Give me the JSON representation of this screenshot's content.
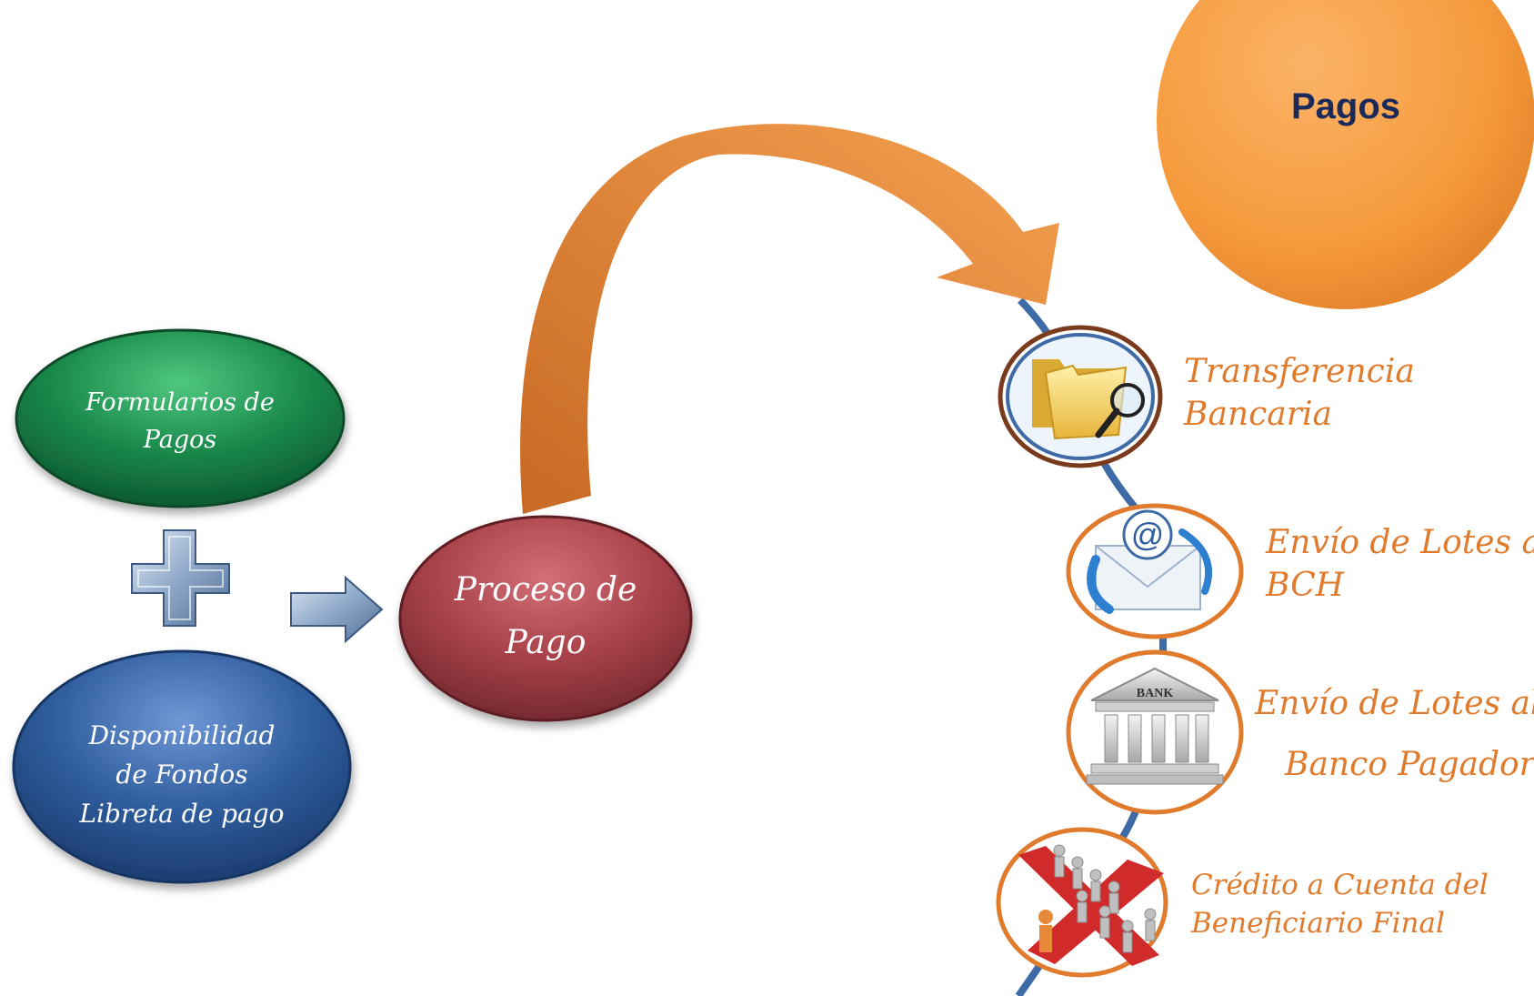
{
  "title": "Pagos",
  "inputs": {
    "forms_line1": "Formularios de",
    "forms_line2": "Pagos",
    "funds_line1": "Disponibilidad",
    "funds_line2": "de Fondos",
    "funds_line3": "Libreta de pago"
  },
  "process": {
    "line1": "Proceso de",
    "line2": "Pago"
  },
  "steps": [
    {
      "icon": "folder-search-icon",
      "line1": "Transferencia",
      "line2": "Bancaria"
    },
    {
      "icon": "email-send-icon",
      "line1": "Envío de Lotes al",
      "line2": "BCH"
    },
    {
      "icon": "bank-icon",
      "icon_text": "BANK",
      "line1": "Envío de Lotes al",
      "line2": "Banco Pagador"
    },
    {
      "icon": "people-crowd-icon",
      "line1": "Crédito a Cuenta del",
      "line2": "Beneficiario Final"
    }
  ],
  "colors": {
    "title_circle": "#f59a3c",
    "title_text": "#1b2a5a",
    "forms_ellipse": "#1a8a4c",
    "funds_ellipse": "#2f5d9e",
    "process_ellipse": "#a9424a",
    "big_arrow": "#e8893a",
    "step_ring": "#e07a2c",
    "step_text": "#e07a2c",
    "timeline_line": "#3e6aa6"
  }
}
